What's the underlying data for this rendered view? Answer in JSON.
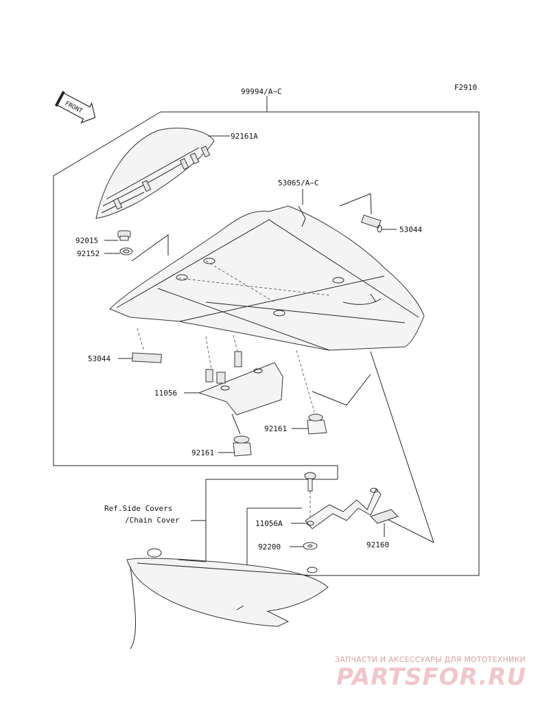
{
  "figure_code": "F2910",
  "front_arrow_label": "FRONT",
  "labels": {
    "assembly": "99994/A~C",
    "cowl": "92161A",
    "seat_cover": "53065/A~C",
    "clip_right": "53044",
    "grommet": "92015",
    "collar": "92152",
    "clip_left": "53044",
    "bracket": "11056",
    "damper_right": "92161",
    "damper_left": "92161",
    "bracket_a": "11056A",
    "washer": "92200",
    "pad": "92160",
    "reference": "Ref.Side Covers\n/Chain Cover"
  },
  "reference_lines": [
    "Ref.Side Covers",
    "/Chain Cover"
  ],
  "watermark": {
    "tagline": "ЗАПЧАСТИ И АКСЕССУАРЫ ДЛЯ МОТОТЕХНИКИ",
    "logo": "PARTSFOR.RU"
  },
  "colors": {
    "line": "#222222",
    "watermark": "#e8a9b0"
  }
}
